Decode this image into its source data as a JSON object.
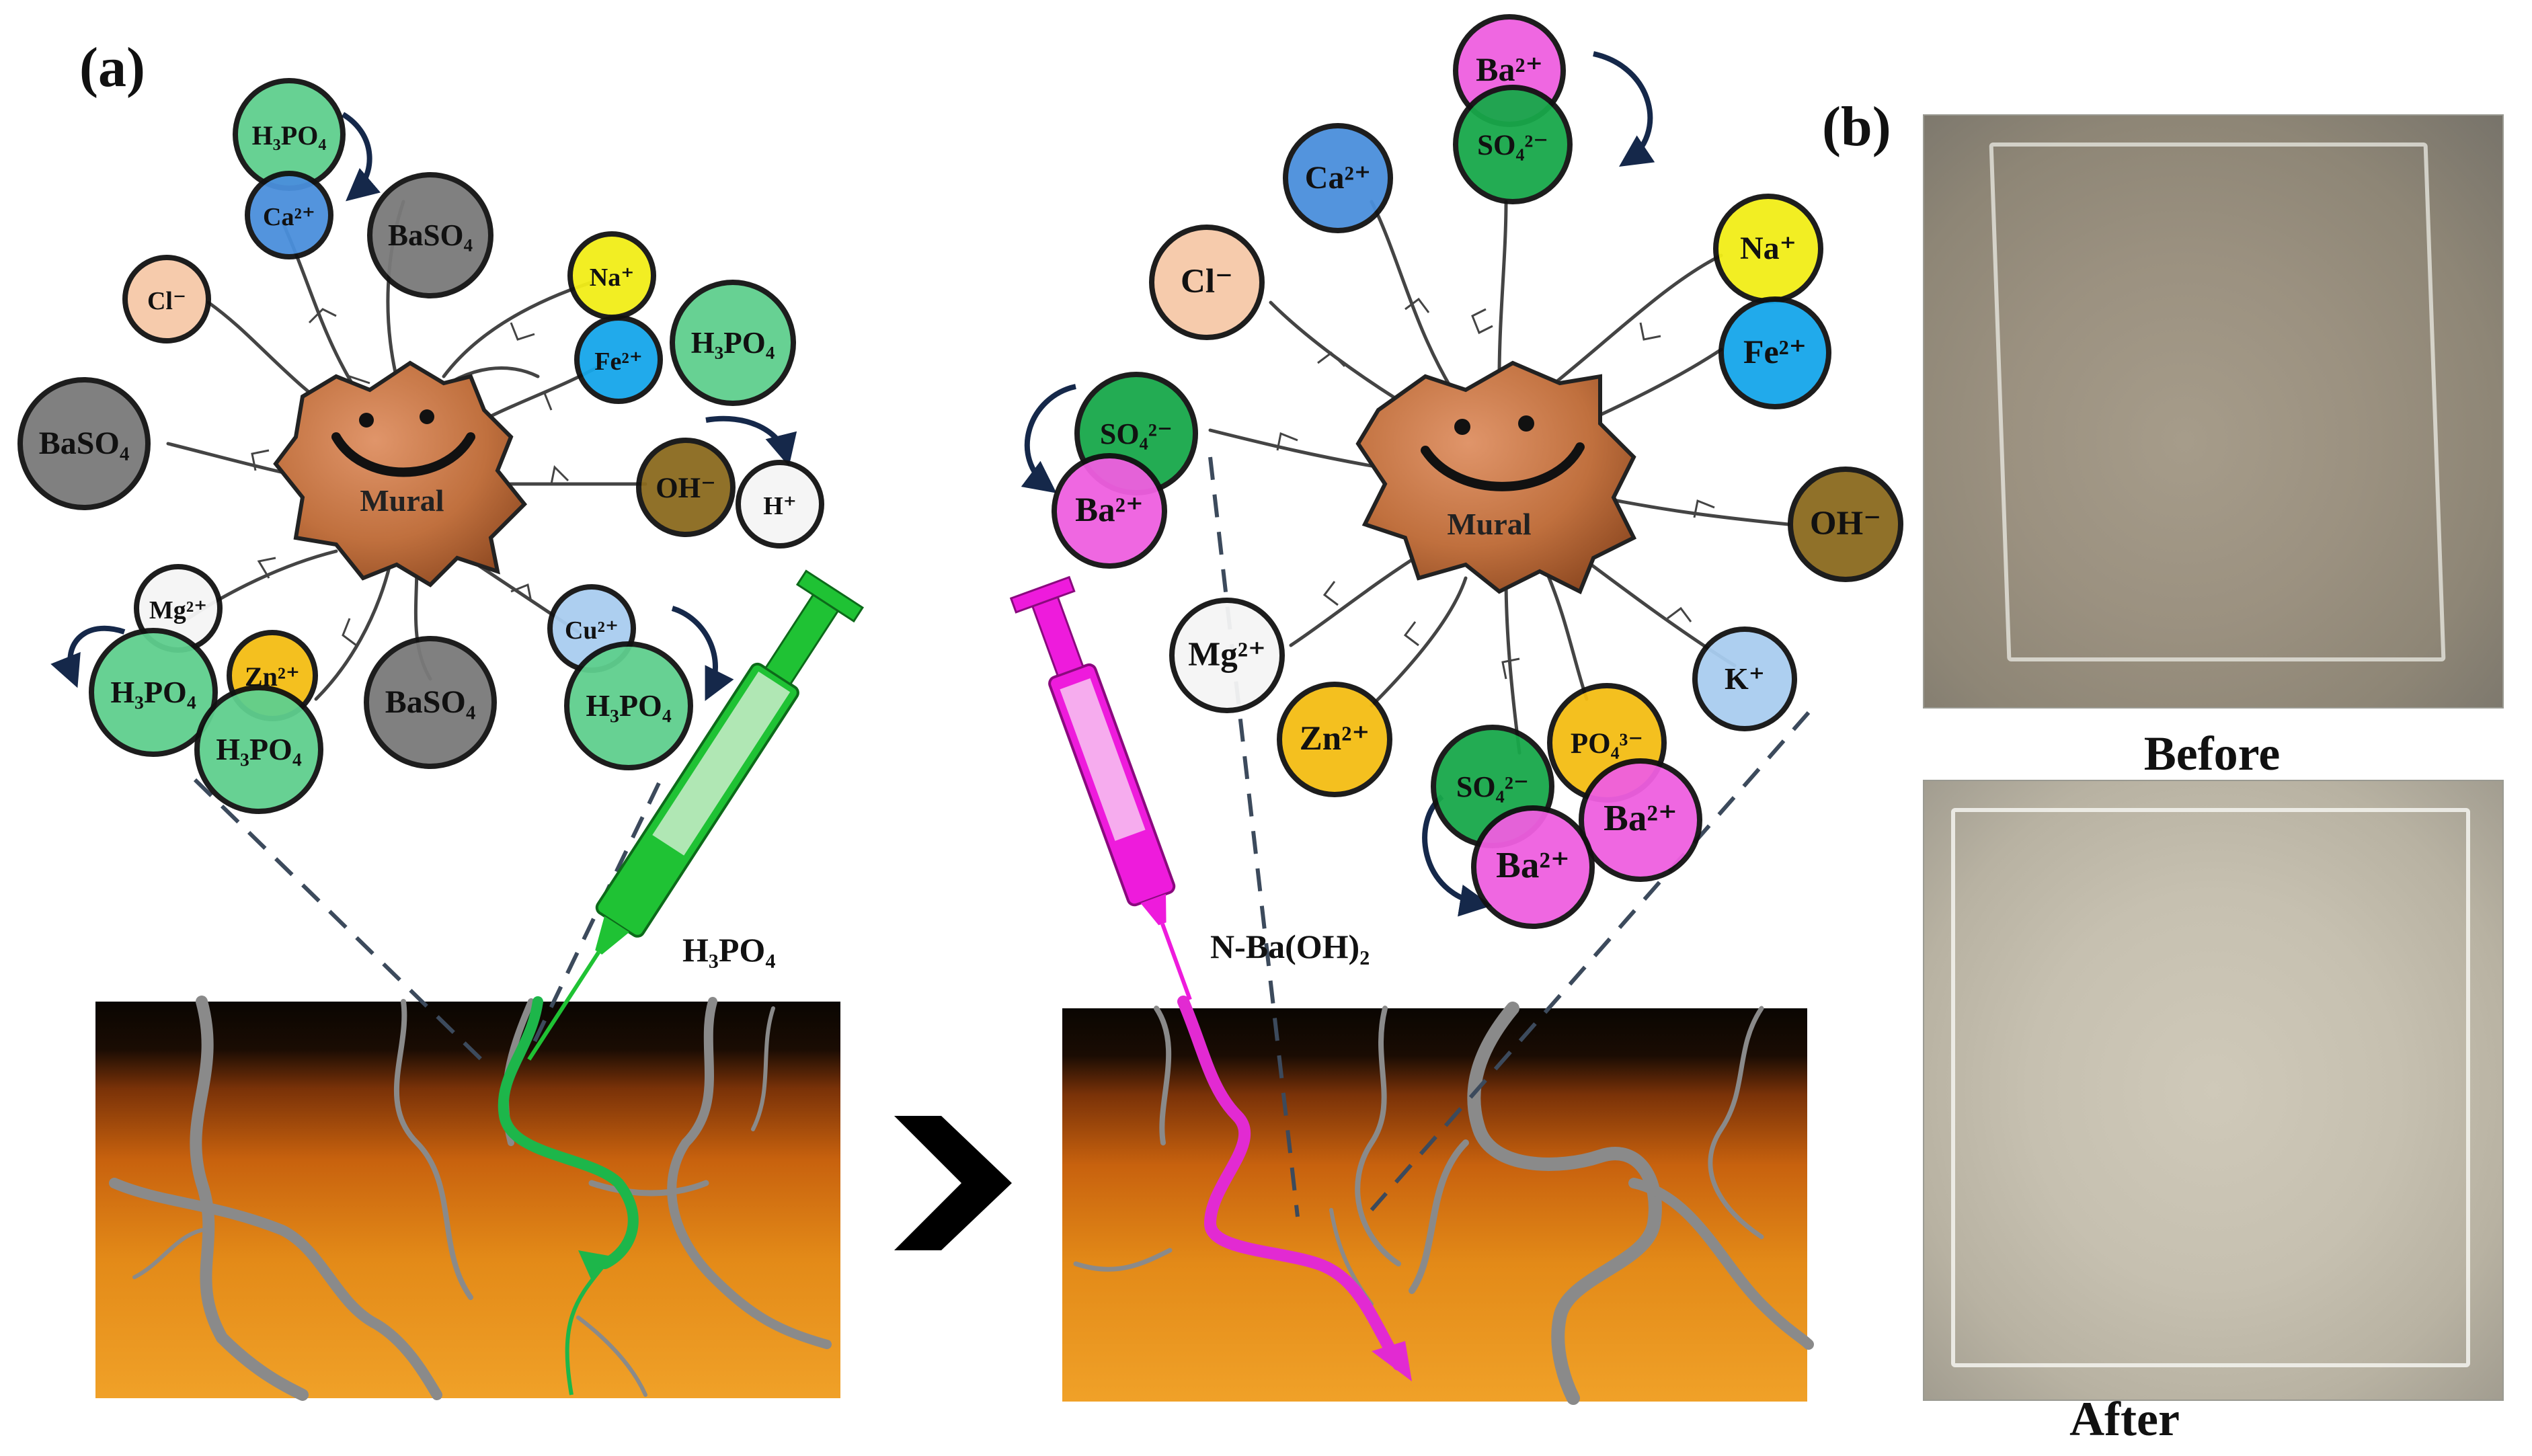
{
  "panels": {
    "a_label": "(a)",
    "b_label": "(b)"
  },
  "left_cluster": {
    "center_label": "Mural",
    "ions": [
      {
        "id": "h3po4_top",
        "label": "H₃PO₄",
        "fill": "#5fcf8e"
      },
      {
        "id": "ca_top",
        "label": "Ca²⁺",
        "fill": "#4a8fdc"
      },
      {
        "id": "baso4_top",
        "label": "BaSO₄",
        "fill": "#7a7a7a"
      },
      {
        "id": "cl",
        "label": "Cl⁻",
        "fill": "#f6c9a8"
      },
      {
        "id": "na",
        "label": "Na⁺",
        "fill": "#f2ee18"
      },
      {
        "id": "fe",
        "label": "Fe²⁺",
        "fill": "#16a6ea"
      },
      {
        "id": "h3po4_right",
        "label": "H₃PO₄",
        "fill": "#5fcf8e"
      },
      {
        "id": "baso4_left",
        "label": "BaSO₄",
        "fill": "#7a7a7a"
      },
      {
        "id": "oh",
        "label": "OH⁻",
        "fill": "#8b6a1e"
      },
      {
        "id": "h",
        "label": "H⁺",
        "fill": "#f5f5f5"
      },
      {
        "id": "mg",
        "label": "Mg²⁺",
        "fill": "#f5f5f5"
      },
      {
        "id": "h3po4_bl",
        "label": "H₃PO₄",
        "fill": "#5fcf8e"
      },
      {
        "id": "zn",
        "label": "Zn²⁺",
        "fill": "#f4bd14"
      },
      {
        "id": "h3po4_b",
        "label": "H₃PO₄",
        "fill": "#5fcf8e"
      },
      {
        "id": "baso4_bottom",
        "label": "BaSO₄",
        "fill": "#7a7a7a"
      },
      {
        "id": "cu",
        "label": "Cu²⁺",
        "fill": "#a9cdf0"
      },
      {
        "id": "h3po4_br",
        "label": "H₃PO₄",
        "fill": "#5fcf8e"
      }
    ],
    "reagent": "H₃PO₄",
    "syringe_color": "#1fc234"
  },
  "right_cluster": {
    "center_label": "Mural",
    "ions": [
      {
        "id": "ba_top",
        "label": "Ba²⁺",
        "fill": "#ef5fe0"
      },
      {
        "id": "so4_top",
        "label": "SO₄²⁻",
        "fill": "#18a84a"
      },
      {
        "id": "ca",
        "label": "Ca²⁺",
        "fill": "#4a8fdc"
      },
      {
        "id": "cl",
        "label": "Cl⁻",
        "fill": "#f6c9a8"
      },
      {
        "id": "na",
        "label": "Na⁺",
        "fill": "#f2ee18"
      },
      {
        "id": "fe",
        "label": "Fe²⁺",
        "fill": "#16a6ea"
      },
      {
        "id": "so4_left",
        "label": "SO₄²⁻",
        "fill": "#18a84a"
      },
      {
        "id": "ba_left",
        "label": "Ba²⁺",
        "fill": "#ef5fe0"
      },
      {
        "id": "oh",
        "label": "OH⁻",
        "fill": "#8b6a1e"
      },
      {
        "id": "mg",
        "label": "Mg²⁺",
        "fill": "#f5f5f5"
      },
      {
        "id": "zn",
        "label": "Zn²⁺",
        "fill": "#f4bd14"
      },
      {
        "id": "k",
        "label": "K⁺",
        "fill": "#a9cdf0"
      },
      {
        "id": "po4",
        "label": "PO₄³⁻",
        "fill": "#f4bd14"
      },
      {
        "id": "so4_bottom",
        "label": "SO₄²⁻",
        "fill": "#18a84a"
      },
      {
        "id": "ba_bottom_r",
        "label": "Ba²⁺",
        "fill": "#ef5fe0"
      },
      {
        "id": "ba_bottom",
        "label": "Ba²⁺",
        "fill": "#ef5fe0"
      }
    ],
    "reagent": "N-Ba(OH)₂",
    "syringe_color": "#ee1bdc"
  },
  "photos": {
    "before_caption": "Before",
    "after_caption": "After"
  },
  "colors": {
    "arrow_dark": "#15284a",
    "crack": "#8a8a8a",
    "dashed": "#3c4a5c",
    "mural_fill": "#c0703e"
  }
}
